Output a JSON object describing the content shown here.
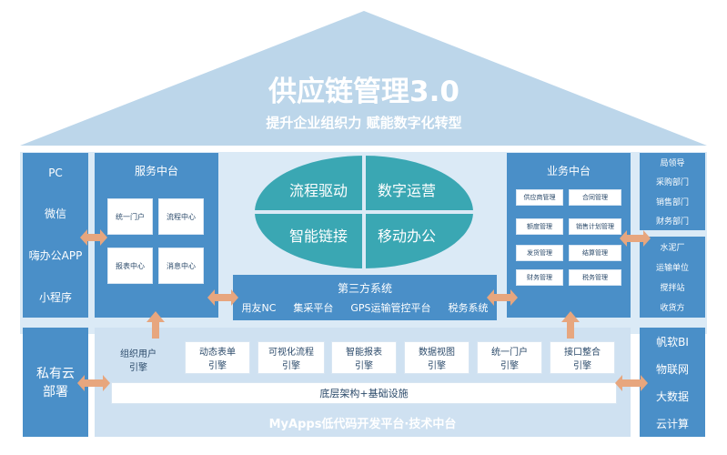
{
  "roof": {
    "title": "供应链管理3.0",
    "subtitle": "提升企业组织力 赋能数字化转型"
  },
  "left_panel": {
    "items": [
      "PC",
      "微信",
      "嗨办公APP",
      "小程序"
    ]
  },
  "service_center": {
    "title": "服务中台",
    "items": [
      "统一门户",
      "流程中心",
      "报表中心",
      "消息中心"
    ]
  },
  "oval": {
    "items": [
      "流程驱动",
      "数字运营",
      "智能链接",
      "移动办公"
    ]
  },
  "business_center": {
    "title": "业务中台",
    "items": [
      "供应商管理",
      "合同管理",
      "额度管理",
      "销售计划管理",
      "发货管理",
      "结算管理",
      "财务管理",
      "税务管理"
    ]
  },
  "right_panel_top": {
    "items": [
      "局领导",
      "采购部门",
      "销售部门",
      "财务部门"
    ]
  },
  "right_panel_mid": {
    "items": [
      "水泥厂",
      "运输单位",
      "搅拌站",
      "收货方"
    ]
  },
  "third_party": {
    "title": "第三方系统",
    "items": [
      "用友NC",
      "集采平台",
      "GPS运输管控平台",
      "税务系统"
    ]
  },
  "private_cloud": {
    "lines": [
      "私有云",
      "部署"
    ]
  },
  "platform": {
    "engines": [
      {
        "l1": "组织用户",
        "l2": "引擎"
      },
      {
        "l1": "动态表单",
        "l2": "引擎"
      },
      {
        "l1": "可视化流程",
        "l2": "引擎"
      },
      {
        "l1": "智能报表",
        "l2": "引擎"
      },
      {
        "l1": "数据视图",
        "l2": "引擎"
      },
      {
        "l1": "统一门户",
        "l2": "引擎"
      },
      {
        "l1": "接口整合",
        "l2": "引擎"
      }
    ],
    "infra": "底层架构+基础设施",
    "footer": "MyApps低代码开发平台·技术中台"
  },
  "right_panel_bottom": {
    "items": [
      "帆软BI",
      "物联网",
      "大数据",
      "云计算"
    ]
  },
  "colors": {
    "primary": "#4a8fc8",
    "light": "#cfe1f1",
    "roof": "#bcd6ea",
    "arrow": "#e7a67e"
  }
}
